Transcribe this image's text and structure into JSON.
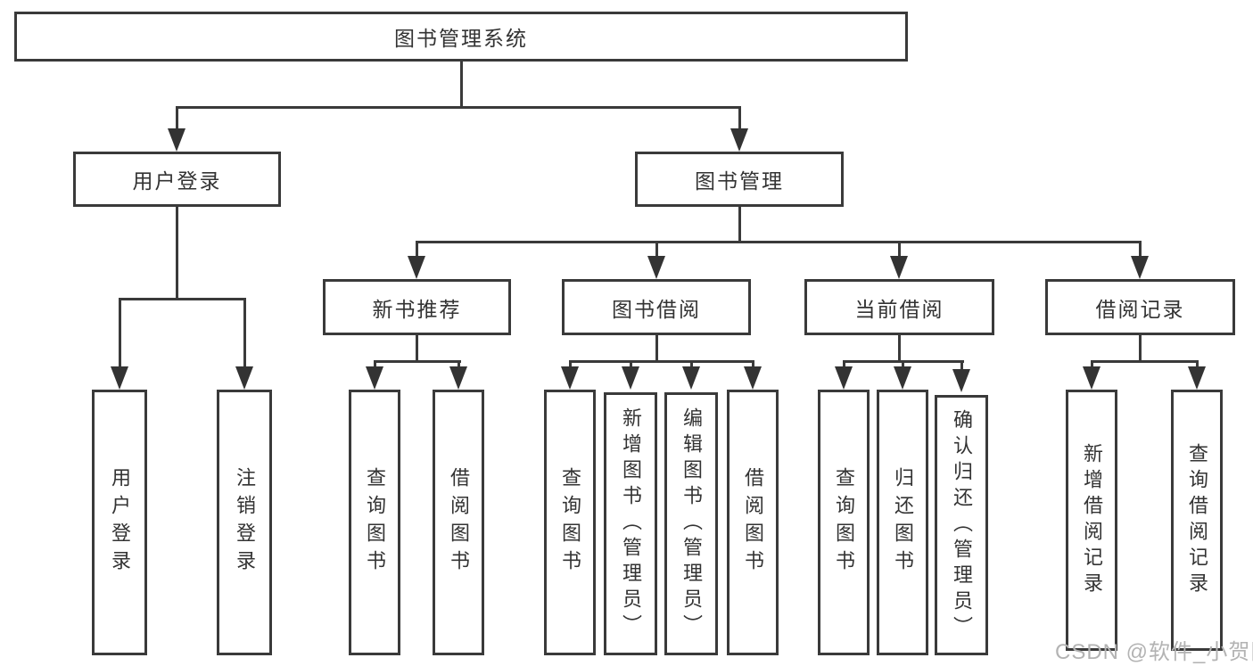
{
  "diagram": {
    "root": {
      "label": "图书管理系统"
    },
    "branches": {
      "user_login": {
        "label": "用户登录",
        "children": [
          {
            "label": "用户登录"
          },
          {
            "label": "注销登录"
          }
        ]
      },
      "book_mgmt": {
        "label": "图书管理",
        "sections": {
          "new_book_rec": {
            "label": "新书推荐",
            "children": [
              {
                "label": "查询图书"
              },
              {
                "label": "借阅图书"
              }
            ]
          },
          "book_borrow": {
            "label": "图书借阅",
            "children": [
              {
                "label": "查询图书"
              },
              {
                "label": "新增图书（管理员）"
              },
              {
                "label": "编辑图书（管理员）"
              },
              {
                "label": "借阅图书"
              }
            ]
          },
          "current_borrow": {
            "label": "当前借阅",
            "children": [
              {
                "label": "查询图书"
              },
              {
                "label": "归还图书"
              },
              {
                "label": "确认归还（管理员）"
              }
            ]
          },
          "borrow_record": {
            "label": "借阅记录",
            "children": [
              {
                "label": "新增借阅记录"
              },
              {
                "label": "查询借阅记录"
              }
            ]
          }
        }
      }
    }
  },
  "watermark": {
    "text": "CSDN @软件_小贺同学"
  },
  "colors": {
    "line": "#3a3a3a",
    "text": "#333333",
    "watermark": "#b3b3b3",
    "background": "#ffffff"
  }
}
